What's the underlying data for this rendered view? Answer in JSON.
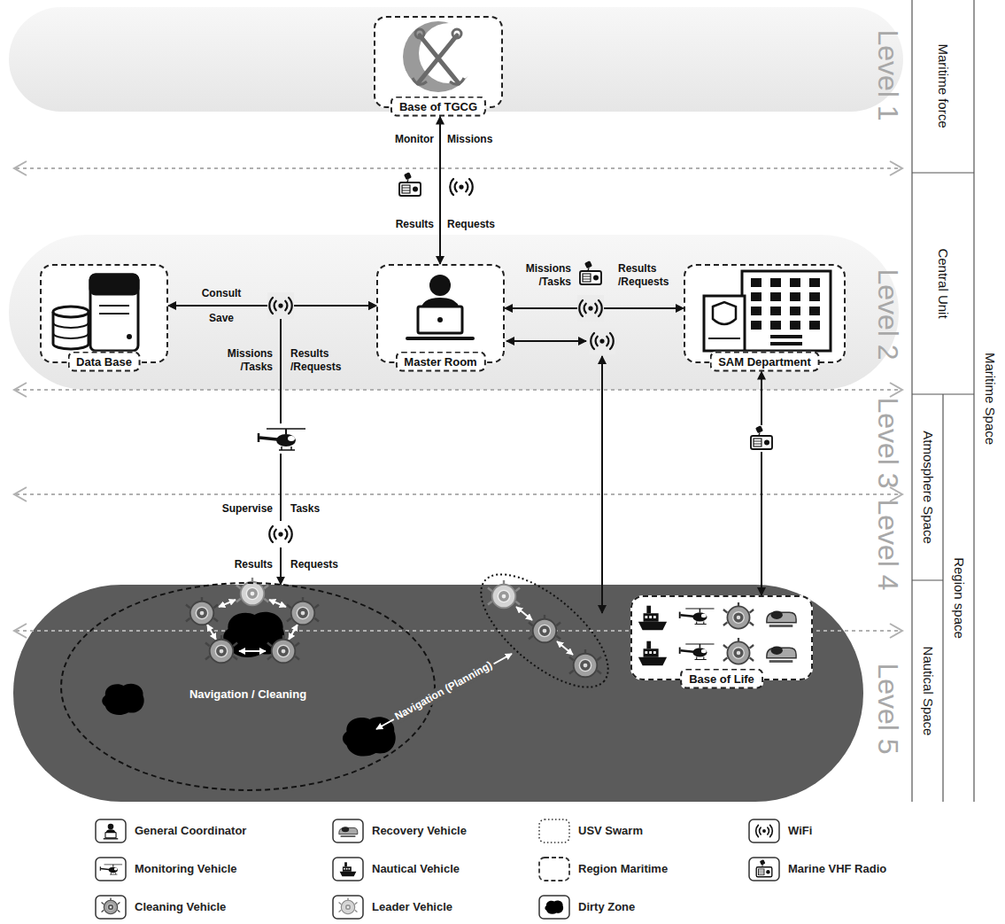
{
  "diagram": {
    "nodes": [
      {
        "text": [
          "Base of TGCG"
        ]
      },
      {
        "text": [
          "Data Base"
        ]
      },
      {
        "text": [
          "Master Room"
        ]
      },
      {
        "text": [
          "SAM Department"
        ]
      },
      {
        "text": [
          "Navigation / Cleaning"
        ]
      },
      {
        "text": [
          "Base of Life"
        ]
      }
    ],
    "edges": [
      {
        "from": 0,
        "to": 2,
        "arrow": "both"
      },
      {
        "from": 1,
        "to": 2,
        "arrow": "both"
      },
      {
        "from": 2,
        "to": 3,
        "arrow": "both"
      },
      {
        "from": 3,
        "to": 5,
        "arrow": "both"
      },
      {
        "from": 2,
        "to": 4,
        "arrow": "both"
      }
    ],
    "labels": [
      "Level 1",
      "Maritime force",
      "Monitor",
      "Missions",
      "Results",
      "Requests",
      "Level 2",
      "Central Unit",
      "Consult",
      "Save",
      "Missions /Tasks",
      "Results /Requests",
      "Missions /Tasks",
      "Results /Requests",
      "Maritime Space",
      "Level 3",
      "Atmosphere Space",
      "Region space",
      "Supervise",
      "Tasks",
      "Level 4",
      "Results",
      "Requests",
      "Nautical Space",
      "Level 5",
      "Navigation (Planning)"
    ],
    "legend": [
      {
        "text": "General Coordinator"
      },
      {
        "text": "Recovery Vehicle"
      },
      {
        "text": "USV Swarm"
      },
      {
        "text": "WiFi"
      },
      {
        "text": "Monitoring Vehicle"
      },
      {
        "text": "Nautical Vehicle"
      },
      {
        "text": "Region Maritime"
      },
      {
        "text": "Marine VHF Radio"
      },
      {
        "text": "Cleaning Vehicle"
      },
      {
        "text": "Leader Vehicle"
      },
      {
        "text": "Dirty Zone"
      }
    ]
  }
}
